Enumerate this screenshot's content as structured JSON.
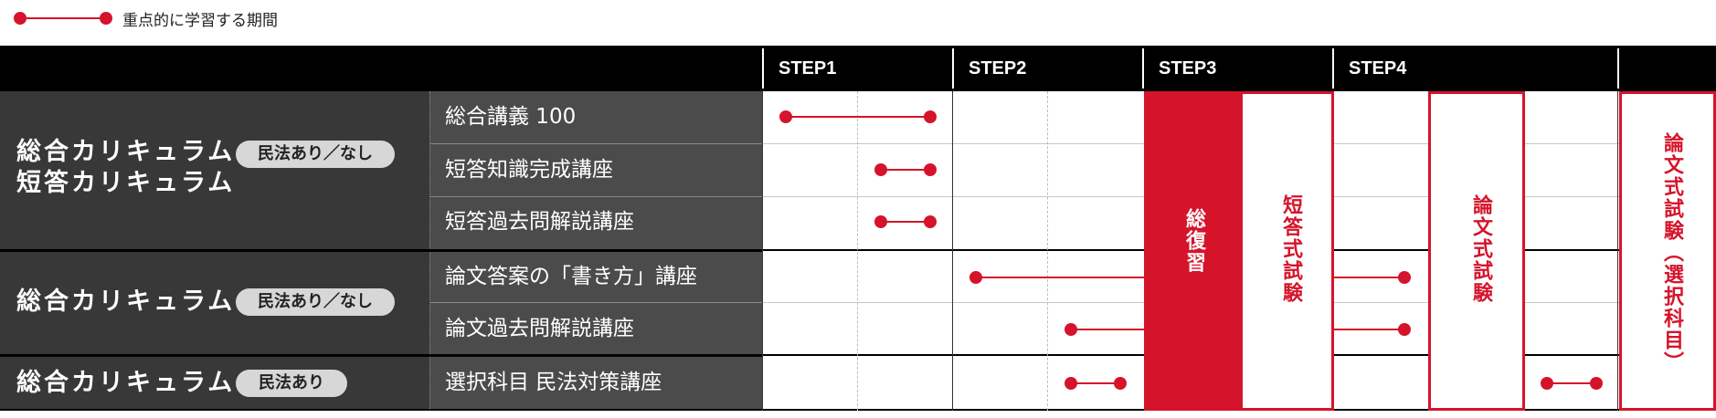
{
  "legend": {
    "label": "重点的に学習する期間",
    "color": "#d5142b"
  },
  "steps": [
    "STEP1",
    "STEP2",
    "STEP3",
    "STEP4"
  ],
  "groups": [
    {
      "title_line1": "総合カリキュラム",
      "title_line2": "短答カリキュラム",
      "badge": "民法あり／なし"
    },
    {
      "title_line1": "総合カリキュラム",
      "badge": "民法あり／なし"
    },
    {
      "title_line1": "総合カリキュラム",
      "badge": "民法あり"
    }
  ],
  "courses": [
    "総合講義 100",
    "短答知識完成講座",
    "短答過去問解説講座",
    "論文答案の「書き方」講座",
    "論文過去問解説講座",
    "選択科目 民法対策講座"
  ],
  "blocks": {
    "review": "総復習",
    "short_exam": "短答式試験",
    "essay_exam": "論文式試験",
    "essay_exam_elective": "論文式試験（選択科目）"
  }
}
